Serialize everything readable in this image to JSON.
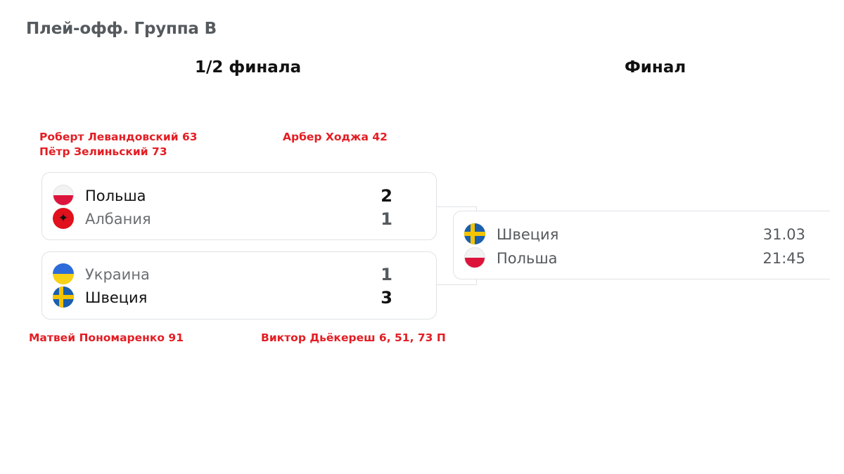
{
  "page": {
    "title": "Плей-офф. Группа B"
  },
  "rounds": {
    "semifinal": "1/2 финала",
    "final": "Финал"
  },
  "semifinals": [
    {
      "scorers_home": [
        "Роберт Левандовский 63",
        "Пётр Зелиньский 73"
      ],
      "scorers_away": [
        "Арбер Ходжа 42"
      ],
      "home": {
        "name": "Польша",
        "score": "2",
        "flag": "poland-flag-icon"
      },
      "away": {
        "name": "Албания",
        "score": "1",
        "flag": "albania-flag-icon"
      }
    },
    {
      "scorers_home": [
        "Матвей Пономаренко 91"
      ],
      "scorers_away": [
        "Виктор Дьёкереш 6, 51, 73 П"
      ],
      "home": {
        "name": "Украина",
        "score": "1",
        "flag": "ukraine-flag-icon"
      },
      "away": {
        "name": "Швеция",
        "score": "3",
        "flag": "sweden-flag-icon"
      }
    }
  ],
  "final": {
    "home": {
      "name": "Швеция",
      "flag": "sweden-flag-icon"
    },
    "away": {
      "name": "Польша",
      "flag": "poland-flag-icon"
    },
    "date": "31.03",
    "time": "21:45"
  },
  "colors": {
    "scorer_red": "#e31e24",
    "border": "#dfe2e5"
  }
}
